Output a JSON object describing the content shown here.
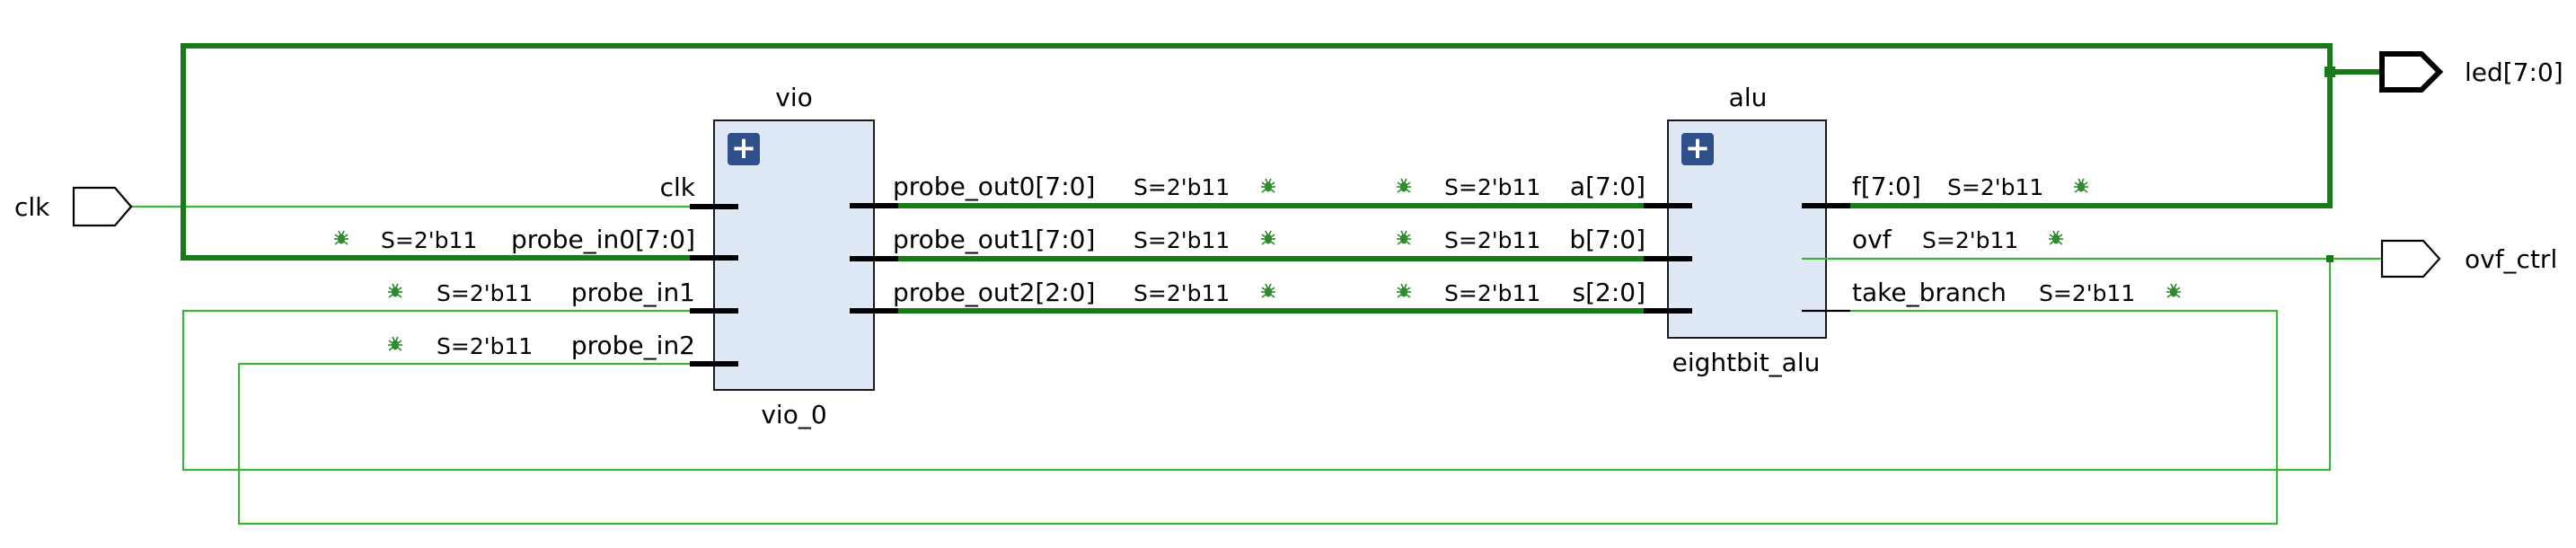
{
  "top_ports": {
    "inputs": [
      {
        "name": "clk",
        "bus": false
      }
    ],
    "outputs": [
      {
        "name": "led[7:0]",
        "bus": true
      },
      {
        "name": "ovf_ctrl",
        "bus": false
      }
    ]
  },
  "cells": {
    "vio": {
      "title": "vio",
      "instance": "vio_0",
      "expand_glyph": "+",
      "inputs": [
        "clk",
        "probe_in0[7:0]",
        "probe_in1",
        "probe_in2"
      ],
      "outputs": [
        "probe_out0[7:0]",
        "probe_out1[7:0]",
        "probe_out2[2:0]"
      ]
    },
    "alu": {
      "title": "alu",
      "instance": "eightbit_alu",
      "expand_glyph": "+",
      "inputs": [
        "a[7:0]",
        "b[7:0]",
        "s[2:0]"
      ],
      "outputs": [
        "f[7:0]",
        "ovf",
        "take_branch"
      ]
    }
  },
  "debug_annotations": {
    "value": "S=2'b11",
    "icon": "bug-icon"
  },
  "colors": {
    "wire": "#3cb43c",
    "bus": "#197a19",
    "cell_fill": "#dfe9f6",
    "expand_button": "#2f4f8a"
  }
}
